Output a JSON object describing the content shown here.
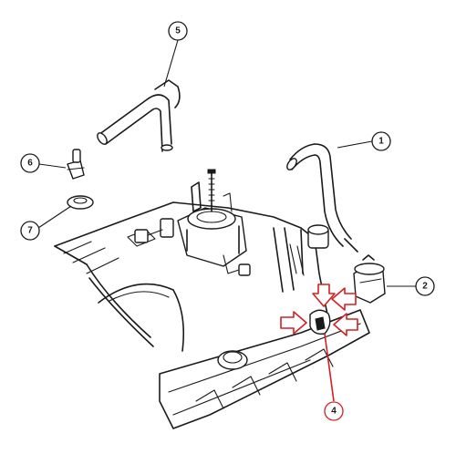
{
  "diagram": {
    "callouts": [
      {
        "id": "callout-1",
        "label": "1"
      },
      {
        "id": "callout-2",
        "label": "2"
      },
      {
        "id": "callout-4",
        "label": "4"
      },
      {
        "id": "callout-5",
        "label": "5"
      },
      {
        "id": "callout-6",
        "label": "6"
      },
      {
        "id": "callout-7",
        "label": "7"
      }
    ],
    "colors": {
      "ink": "#1a1a1a",
      "highlight": "#d42020",
      "background": "#ffffff"
    }
  }
}
